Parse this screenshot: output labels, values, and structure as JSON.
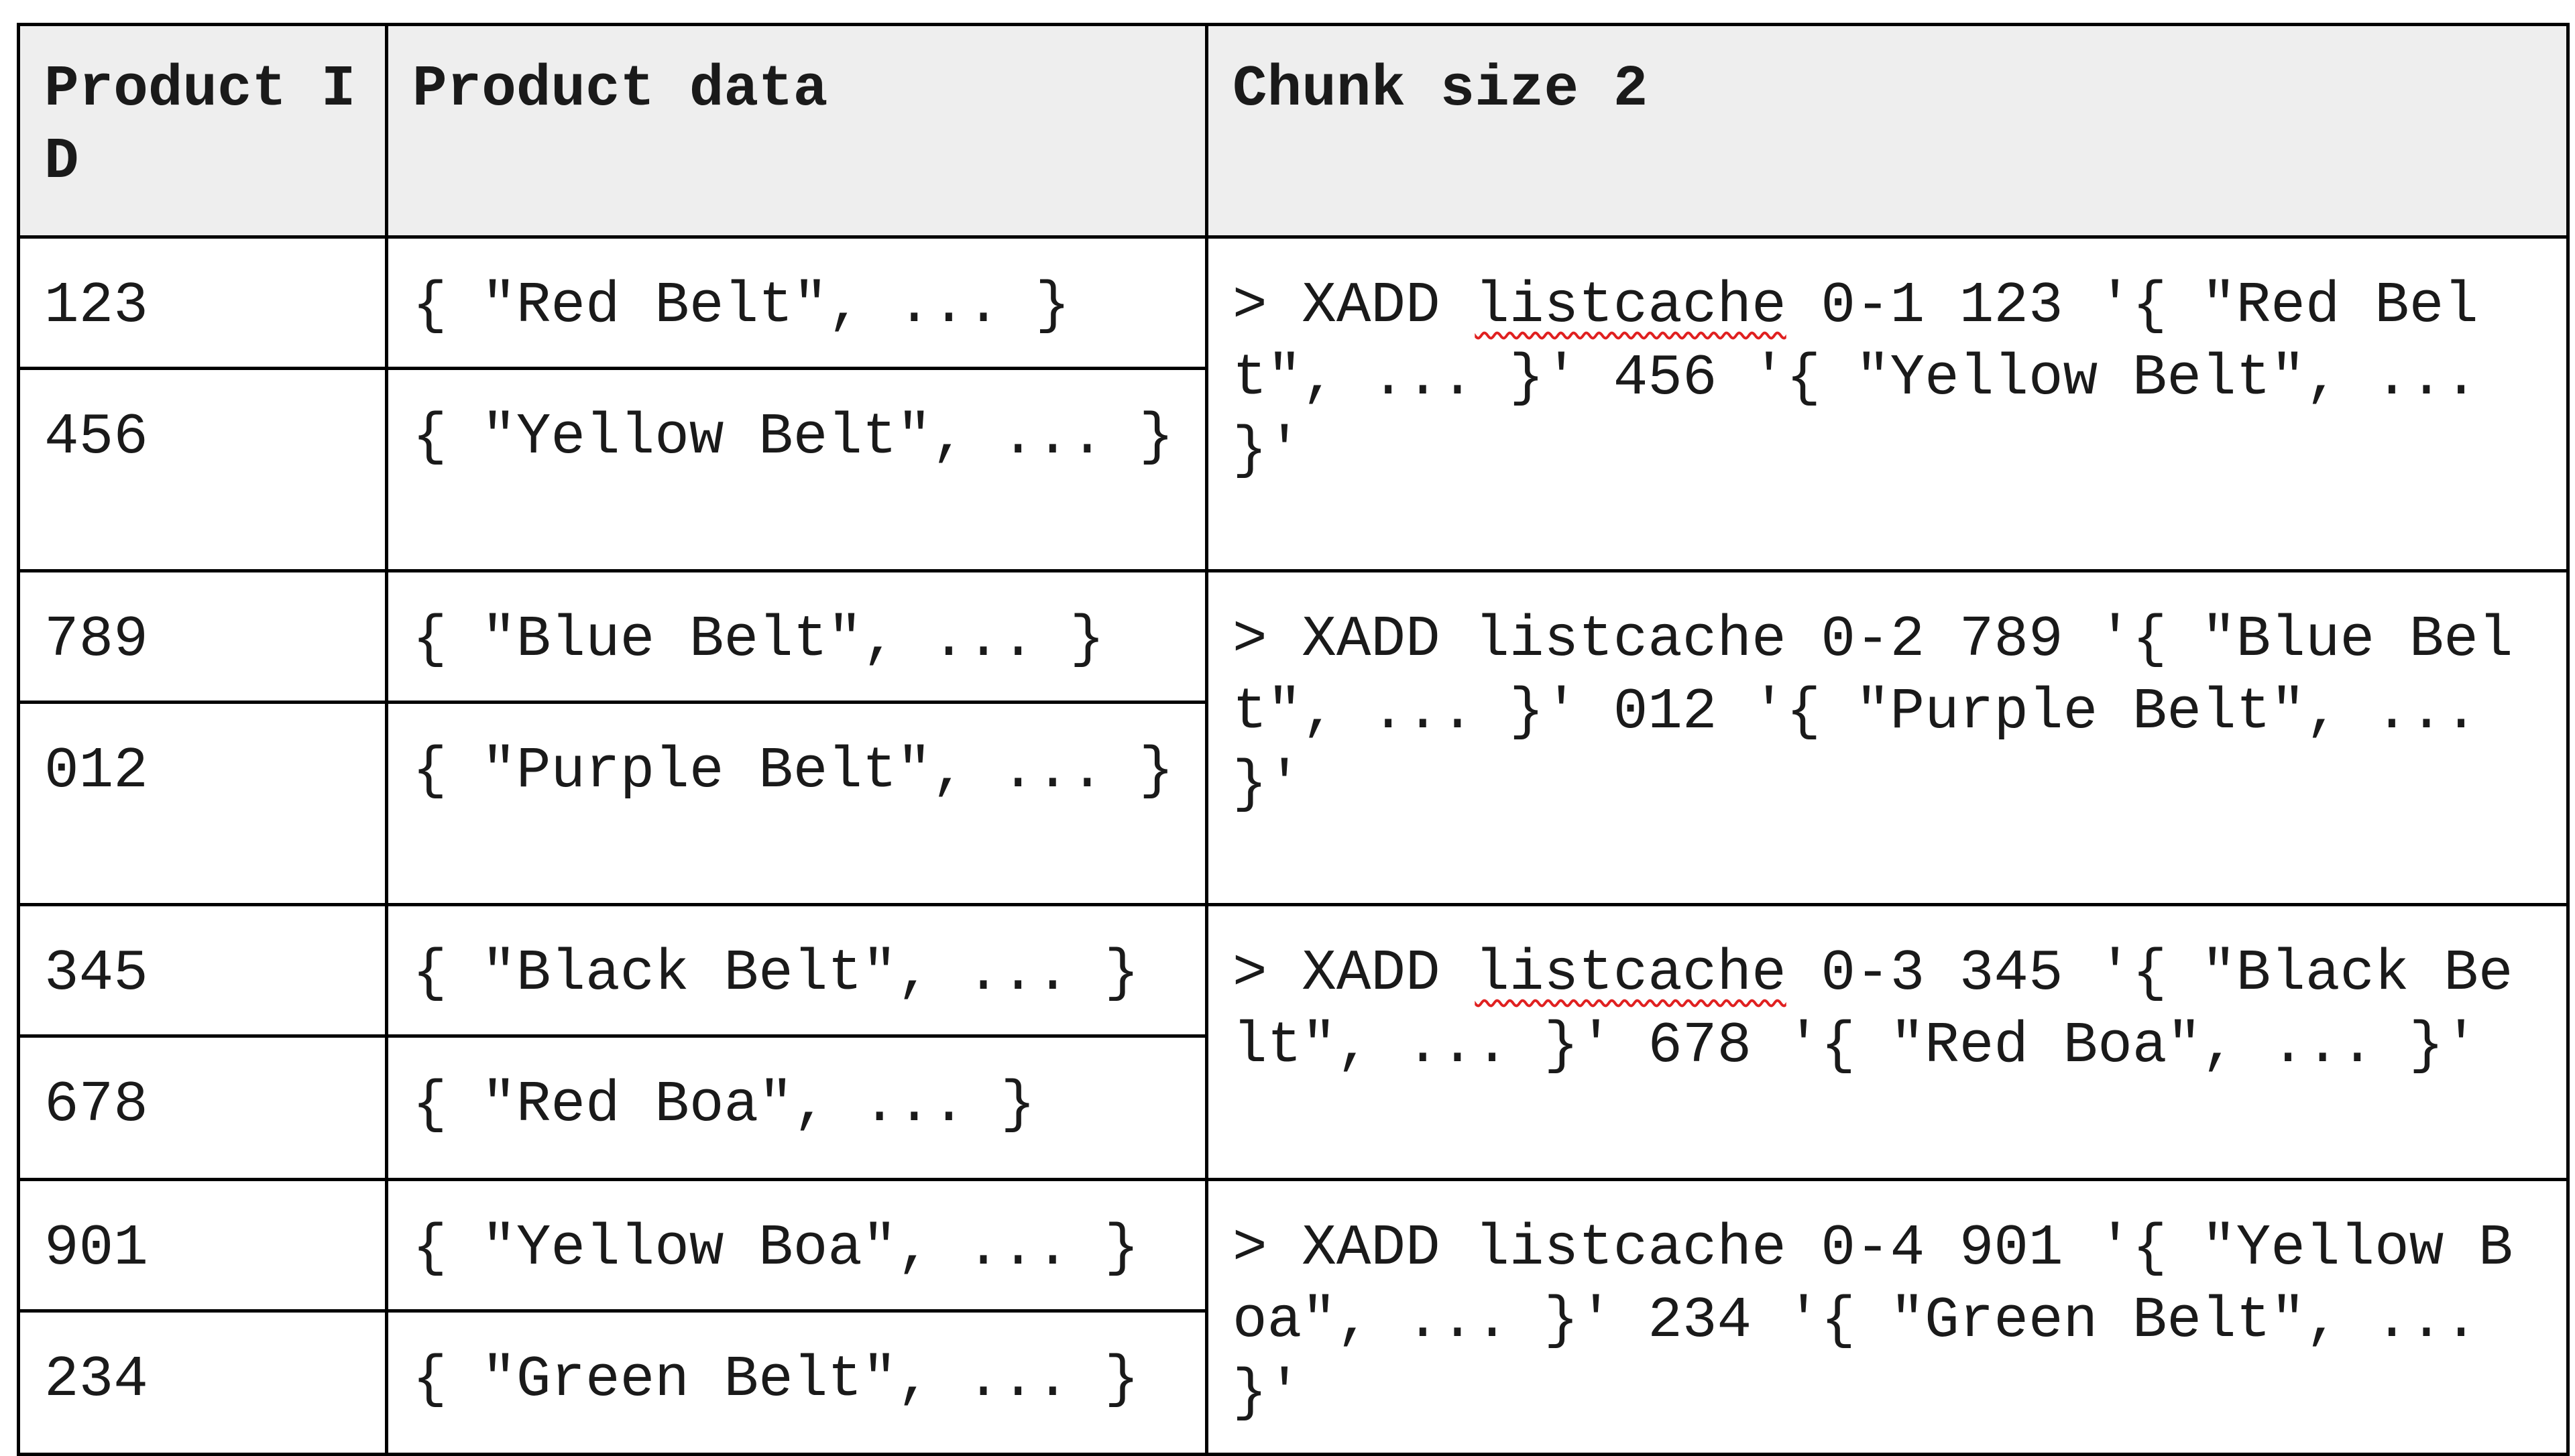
{
  "header": {
    "product_id": "Product ID",
    "product_data": "Product data",
    "chunk_size": "Chunk size 2"
  },
  "groups": [
    {
      "rows": [
        {
          "id": "123",
          "data": "{ \"Red Belt\", ... }"
        },
        {
          "id": "456",
          "data": "{ \"Yellow Belt\", ... }"
        }
      ],
      "command": {
        "prefix": "> XADD ",
        "key": "listcache",
        "rest": " 0-1 123 '{ \"Red Belt\", ... }' 456 '{ \"Yellow Belt\", ... }'"
      }
    },
    {
      "rows": [
        {
          "id": "789",
          "data": "{ \"Blue Belt\", ... }"
        },
        {
          "id": "012",
          "data": "{ \"Purple Belt\", ... }"
        }
      ],
      "command": {
        "prefix": "> XADD ",
        "key": "listcache",
        "rest": " 0-2 789 '{ \"Blue Belt\", ... }' 012 '{ \"Purple Belt\", ... }'"
      }
    },
    {
      "rows": [
        {
          "id": "345",
          "data": "{ \"Black Belt\", ... }"
        },
        {
          "id": "678",
          "data": "{ \"Red Boa\", ... }"
        }
      ],
      "command": {
        "prefix": "> XADD ",
        "key": "listcache",
        "rest": " 0-3 345 '{ \"Black Belt\", ... }' 678 '{ \"Red Boa\", ... }'"
      }
    },
    {
      "rows": [
        {
          "id": "901",
          "data": "{ \"Yellow Boa\", ... }"
        },
        {
          "id": "234",
          "data": "{ \"Green Belt\", ... }"
        }
      ],
      "command": {
        "prefix": "> XADD ",
        "key": "listcache",
        "rest": " 0-4 901 '{ \"Yellow Boa\", ... }' 234 '{ \"Green Belt\", ... }'"
      }
    }
  ]
}
